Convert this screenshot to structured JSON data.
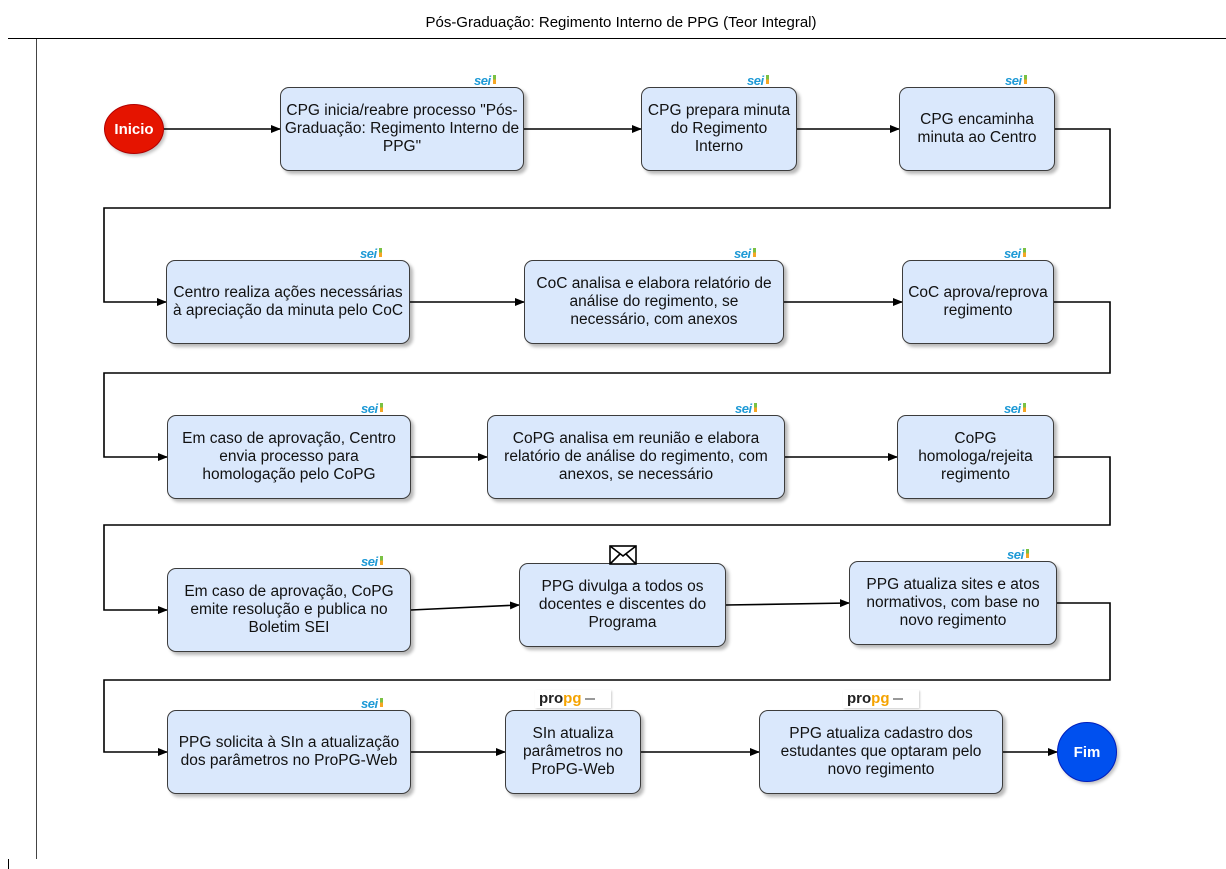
{
  "title": "Pós-Graduação: Regimento Interno de PPG (Teor Integral)",
  "start_event": "Inicio",
  "end_event": "Fim",
  "sei_logo_text": "sei",
  "propg_logo": {
    "pro": "Pro",
    "pg": "PG"
  },
  "tasks": [
    "CPG inicia/reabre processo \"Pós-Graduação: Regimento Interno de PPG\"",
    "CPG prepara minuta do Regimento Interno",
    "CPG encaminha minuta ao Centro",
    "Centro realiza ações necessárias à apreciação da minuta pelo CoC",
    "CoC analisa e elabora relatório de análise do regimento, se necessário, com anexos",
    "CoC aprova/reprova regimento",
    "Em caso de aprovação, Centro envia processo para homologação pelo CoPG",
    "CoPG analisa em reunião e elabora relatório de análise do regimento, com anexos, se necessário",
    "CoPG homologa/rejeita regimento",
    "Em caso de aprovação, CoPG emite resolução e publica no Boletim SEI",
    "PPG divulga a todos os docentes e discentes do Programa",
    "PPG atualiza sites e atos normativos, com base no novo regimento",
    "PPG solicita à SIn a atualização dos parâmetros no ProPG-Web",
    "SIn atualiza parâmetros no ProPG-Web",
    "PPG atualiza cadastro dos estudantes que optaram pelo  novo regimento"
  ],
  "task_icons": [
    "sei",
    "sei",
    "sei",
    "sei",
    "sei",
    "sei",
    "sei",
    "sei",
    "sei",
    "sei",
    "envelope",
    "sei",
    "sei",
    "propg",
    "propg"
  ]
}
